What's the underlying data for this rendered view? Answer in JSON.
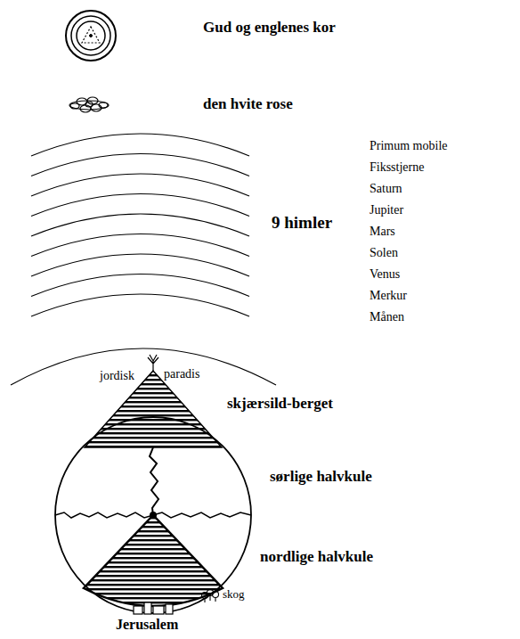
{
  "diagram": {
    "labels": [
      "Gud og englenes kor",
      "den hvite rose",
      "9 himler",
      "Primum mobile",
      "Fiksstjerne",
      "Saturn",
      "Jupiter",
      "Mars",
      "Solen",
      "Venus",
      "Merkur",
      "Månen",
      "jordisk",
      "paradis",
      "skjærsild-berget",
      "sørlige halvkule",
      "nordlige halvkule",
      "skog",
      "Jerusalem"
    ]
  }
}
